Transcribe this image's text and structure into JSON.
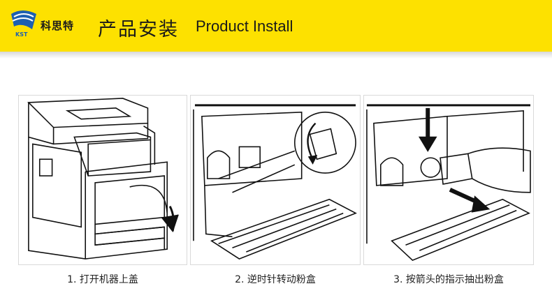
{
  "header": {
    "brand": "科思特",
    "logo_text": "KST",
    "title_cn": "产品安装",
    "title_en": "Product Install"
  },
  "steps": [
    {
      "caption": "1. 打开机器上盖"
    },
    {
      "caption": "2. 逆时针转动粉盒"
    },
    {
      "caption": "3. 按箭头的指示抽出粉盒"
    }
  ],
  "colors": {
    "header_bg": "#fde100",
    "logo_blue": "#1d5fb0"
  }
}
